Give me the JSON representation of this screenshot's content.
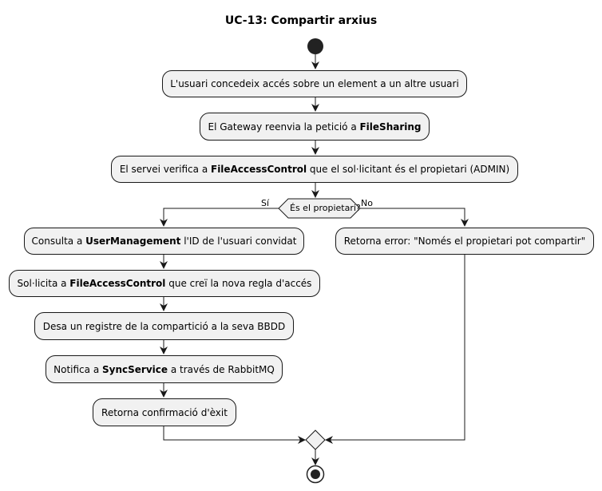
{
  "diagram": {
    "title": "UC-13: Compartir arxius",
    "steps": {
      "s1": {
        "text": "L'usuari concedeix accés sobre un element a un altre usuari"
      },
      "s2": {
        "pre": "El Gateway reenvia la petició a ",
        "bold": "FileSharing",
        "post": ""
      },
      "s3": {
        "pre": "El servei verifica a ",
        "bold": "FileAccessControl",
        "post": " que el sol·licitant és el propietari (ADMIN)"
      },
      "yes1": {
        "pre": "Consulta a ",
        "bold": "UserManagement",
        "post": " l'ID de l'usuari convidat"
      },
      "yes2": {
        "pre": "Sol·licita a ",
        "bold": "FileAccessControl",
        "post": " que creï la nova regla d'accés"
      },
      "yes3": {
        "text": "Desa un registre de la compartició a la seva BBDD"
      },
      "yes4": {
        "pre": "Notifica a ",
        "bold": "SyncService",
        "post": " a través de RabbitMQ"
      },
      "yes5": {
        "text": "Retorna confirmació d'èxit"
      },
      "no1": {
        "text": "Retorna error: \"Només el propietari pot compartir\""
      }
    },
    "decision": {
      "question": "És el propietari?",
      "yes_label": "Sí",
      "no_label": "No"
    }
  }
}
